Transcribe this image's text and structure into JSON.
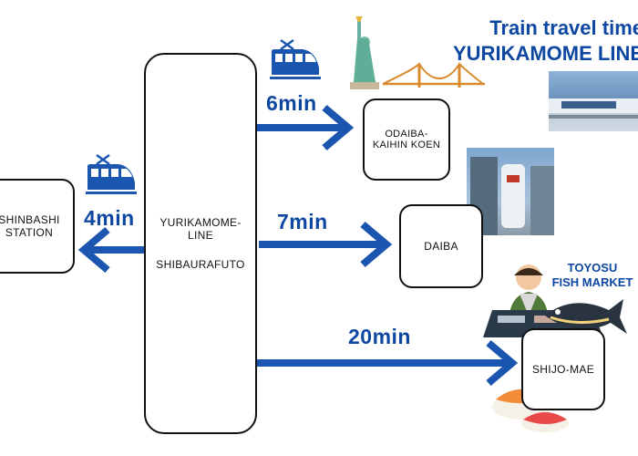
{
  "title": {
    "line1": "Train travel time",
    "line2": "YURIKAMOME LINE"
  },
  "hub": {
    "line1": "YURIKAMOME-",
    "line2": "LINE",
    "line3": "SHIBAURAFUTO"
  },
  "stations": {
    "shinbashi": {
      "line1": "SHINBASHI",
      "line2": "STATION",
      "time": "4min"
    },
    "odaiba": {
      "line1": "ODAIBA-",
      "line2": "KAIHIN KOEN",
      "time": "6min"
    },
    "daiba": {
      "line1": "DAIBA",
      "time": "7min"
    },
    "shijo": {
      "line1": "SHIJO-MAE",
      "time": "20min"
    }
  },
  "toyosu": {
    "line1": "TOYOSU",
    "line2": "FISH MARKET"
  },
  "colors": {
    "accent": "#0d47a1",
    "arrow": "#1a56b0"
  },
  "icons": [
    "train-icon",
    "statue-of-liberty-icon",
    "rainbow-bridge-icon",
    "gundam-photo",
    "monorail-photo",
    "fishmonger-icon",
    "tuna-icon",
    "sushi-icon"
  ]
}
